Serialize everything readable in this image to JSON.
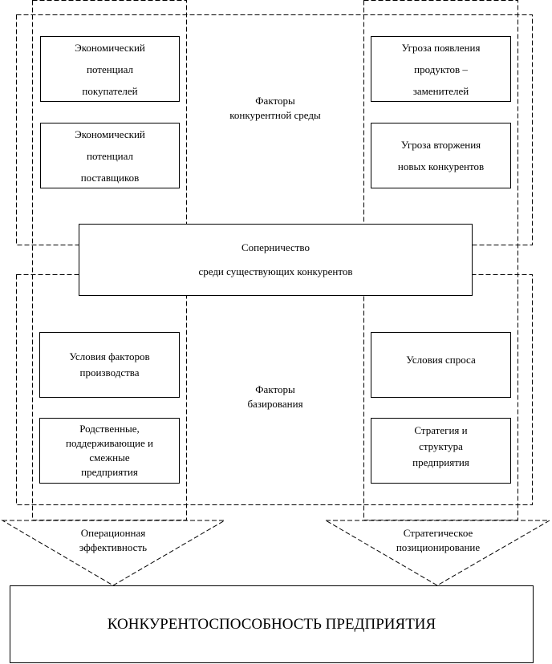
{
  "competitive_factors": {
    "label": [
      "Факторы",
      "конкурентной среды"
    ],
    "left_boxes": [
      [
        "Экономический",
        "потенциал",
        "покупателей"
      ],
      [
        "Экономический",
        "потенциал",
        "поставщиков"
      ]
    ],
    "right_boxes": [
      [
        "Угроза появления",
        "продуктов –",
        "заменителей"
      ],
      [
        "Угроза вторжения",
        "новых конкурентов"
      ]
    ]
  },
  "rivalry": [
    "Соперничество",
    "среди существующих конкурентов"
  ],
  "base_factors": {
    "label": [
      "Факторы",
      "базирования"
    ],
    "left_boxes": [
      [
        "Условия факторов",
        "производства"
      ],
      [
        "Родственные,",
        "поддерживающие и",
        "смежные",
        "предприятия"
      ]
    ],
    "right_boxes": [
      [
        "Условия спроса"
      ],
      [
        "Стратегия и",
        "структура",
        "предприятия"
      ]
    ]
  },
  "arrows": {
    "left": [
      "Операционная",
      "эффективность"
    ],
    "right": [
      "Стратегическое",
      "позиционирование"
    ]
  },
  "result": "КОНКУРЕНТОСПОСОБНОСТЬ ПРЕДПРИЯТИЯ"
}
